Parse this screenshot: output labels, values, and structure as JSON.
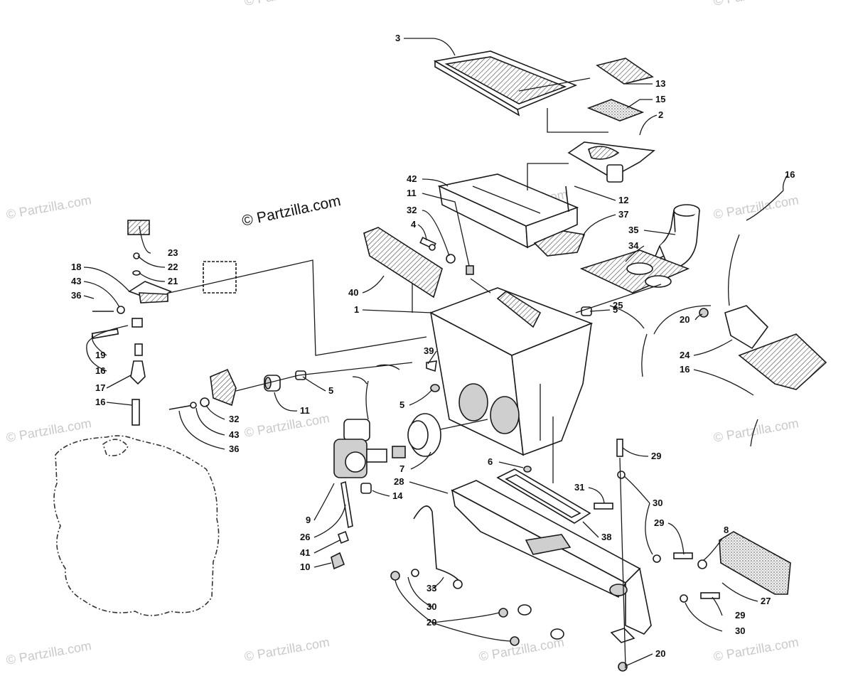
{
  "copyright": "© Partzilla.com",
  "watermark_text": "© Partzilla.com",
  "colors": {
    "line": "#1a1a1a",
    "watermark": "#c9c9c9",
    "background": "#ffffff"
  },
  "callouts": [
    "3",
    "13",
    "15",
    "2",
    "42",
    "11",
    "12",
    "16",
    "32",
    "37",
    "4",
    "35",
    "34",
    "23",
    "22",
    "21",
    "18",
    "43",
    "36",
    "40",
    "1",
    "5",
    "25",
    "20",
    "24",
    "16",
    "39",
    "19",
    "16",
    "5",
    "17",
    "16",
    "5",
    "11",
    "32",
    "43",
    "36",
    "7",
    "29",
    "6",
    "28",
    "31",
    "30",
    "14",
    "9",
    "29",
    "8",
    "26",
    "38",
    "41",
    "10",
    "33",
    "30",
    "27",
    "29",
    "20",
    "30",
    "20"
  ]
}
